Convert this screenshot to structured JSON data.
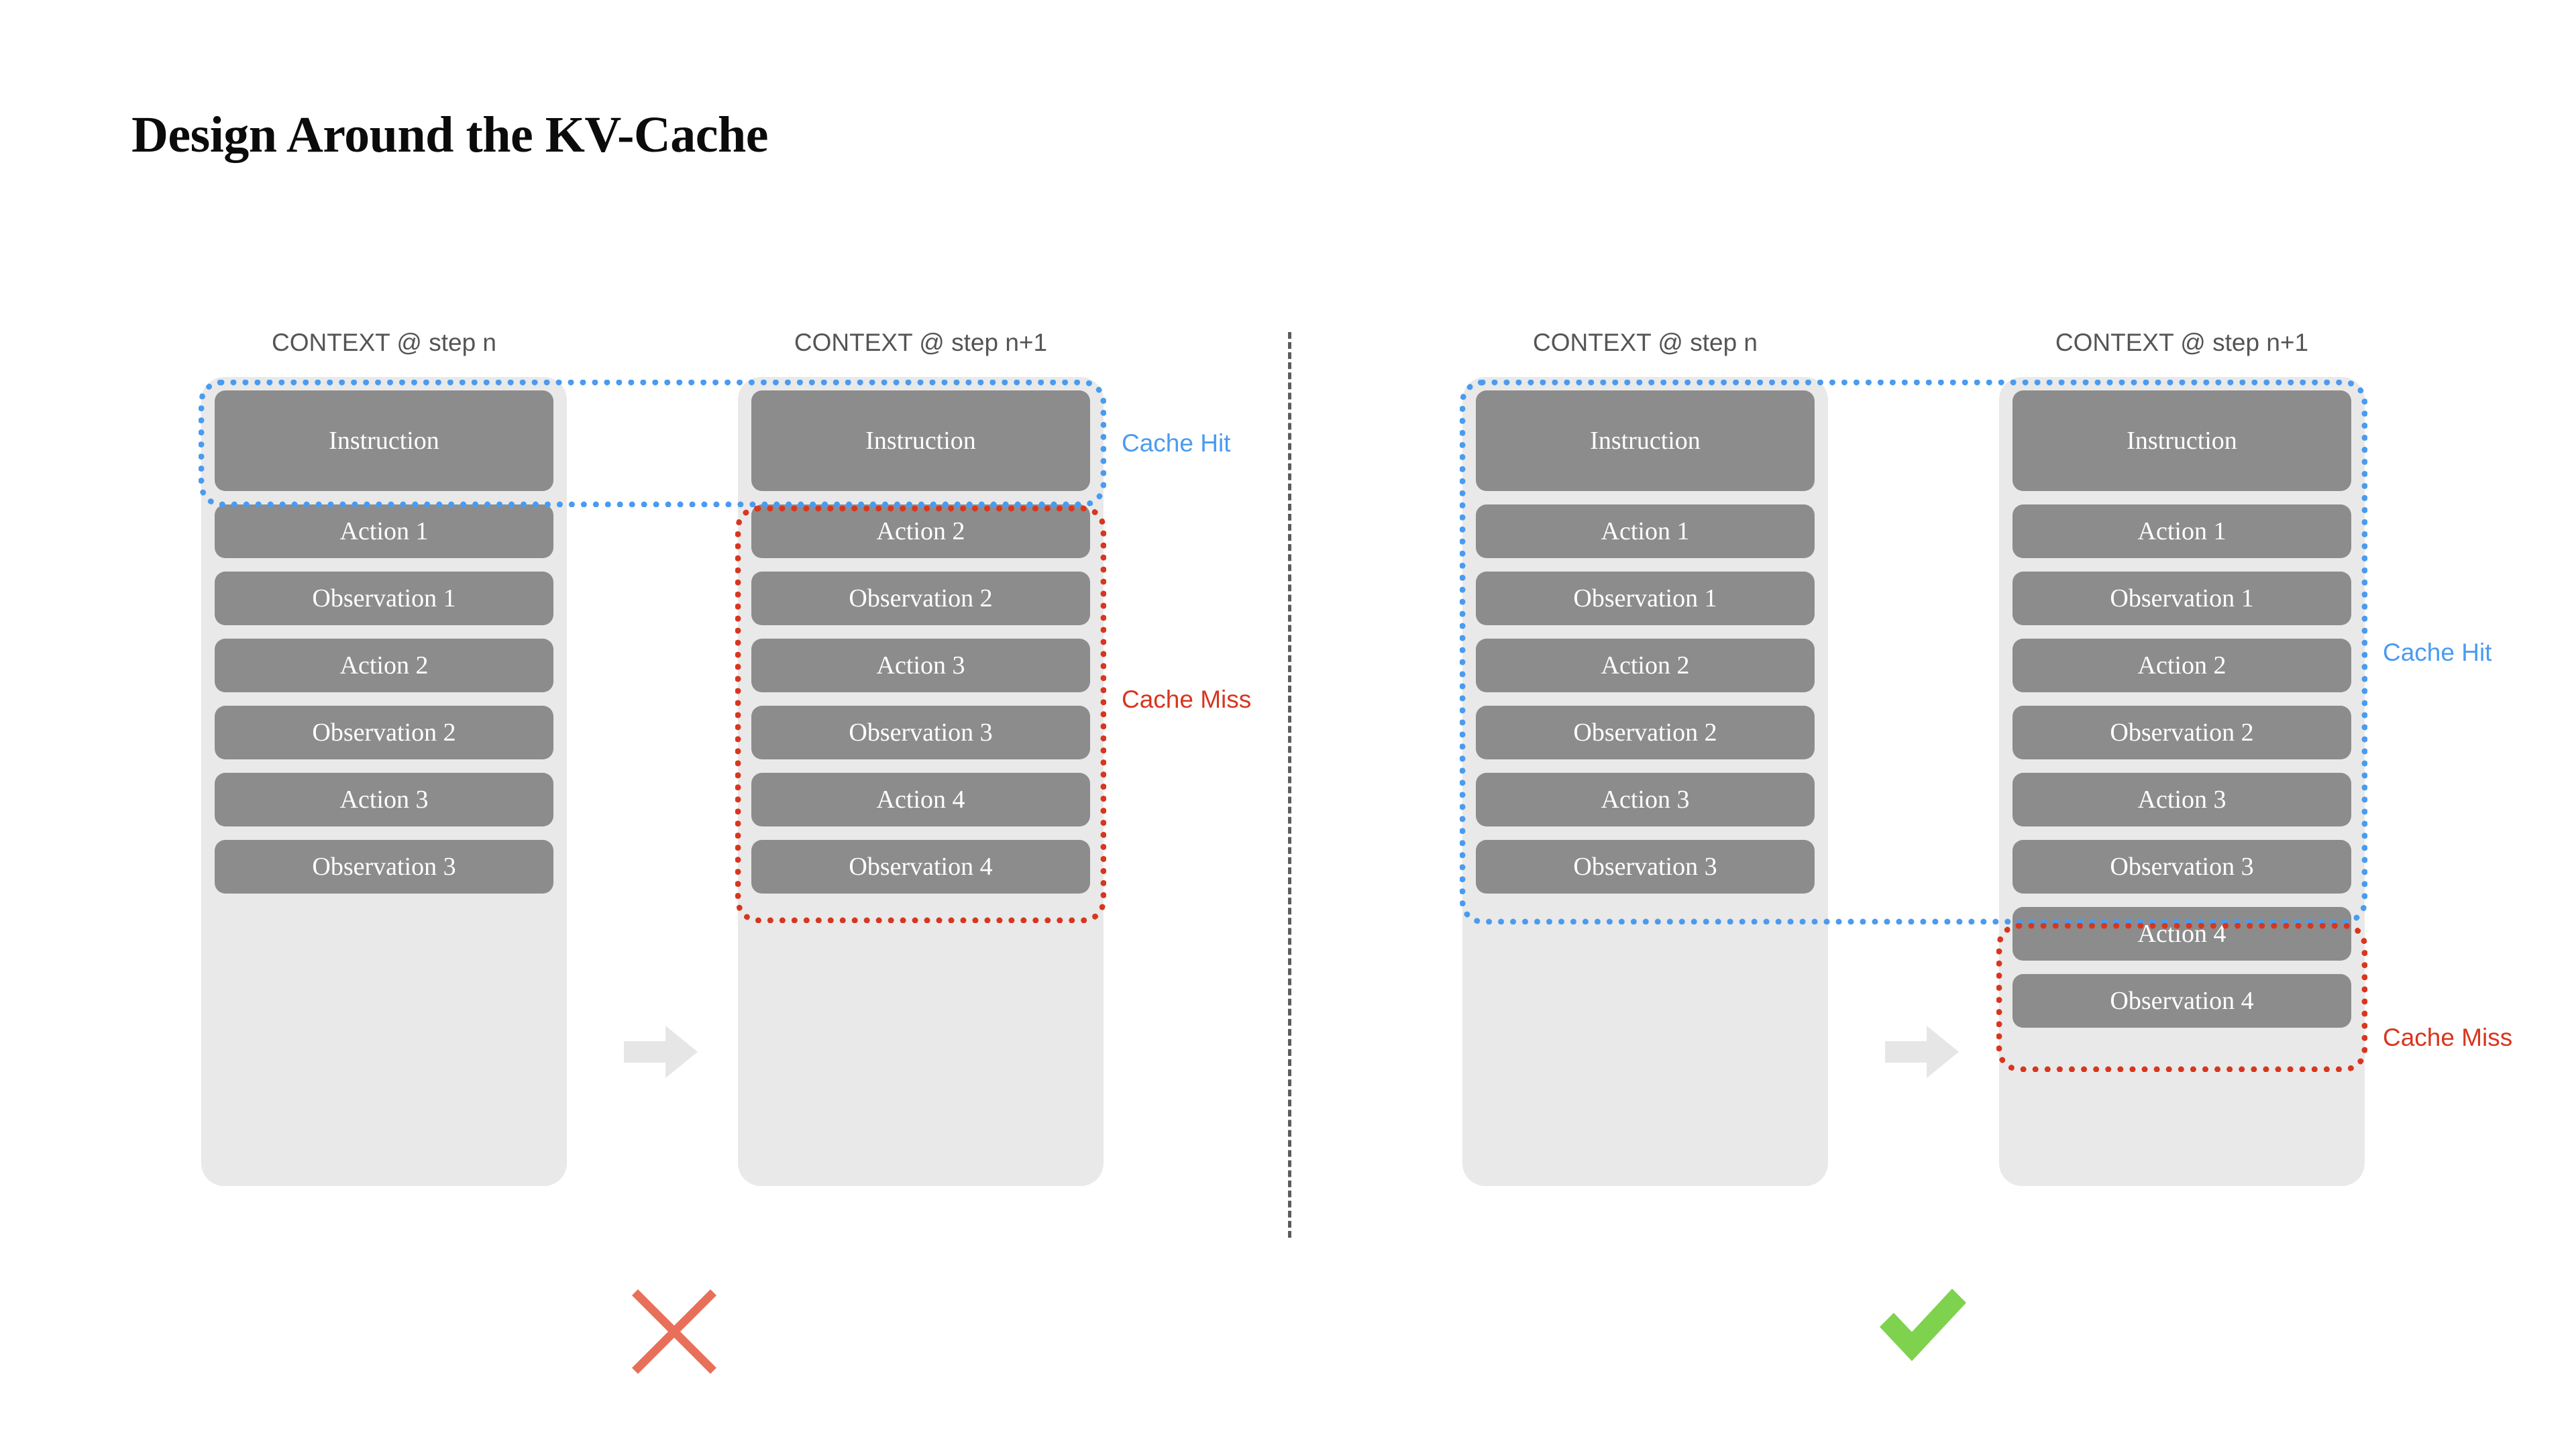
{
  "title": "Design Around the KV-Cache",
  "colors": {
    "cache_hit": "#4a9bf0",
    "cache_miss": "#d8361f",
    "block_fill": "#8c8c8c",
    "container_fill": "#e9e9e9",
    "cross_mark": "#e8705a",
    "check_mark": "#7ed24e",
    "divider": "#5c5c5c",
    "arrow": "#e6e6e6",
    "title_text": "#0b0b0b",
    "header_text": "#555555"
  },
  "labels": {
    "cache_hit": "Cache Hit",
    "cache_miss": "Cache Miss",
    "context_step_n": "CONTEXT @ step n",
    "context_step_n1": "CONTEXT @ step n+1"
  },
  "icons": {
    "arrow": "arrow-right-icon",
    "cross": "cross-mark-icon",
    "check": "check-mark-icon",
    "divider": "vertical-divider"
  },
  "panels": [
    {
      "id": "bad",
      "verdict": "cross",
      "columns": [
        {
          "header": "CONTEXT @ step n",
          "blocks": [
            "Instruction",
            "Action 1",
            "Observation 1",
            "Action 2",
            "Observation 2",
            "Action 3",
            "Observation 3"
          ]
        },
        {
          "header": "CONTEXT @ step n+1",
          "blocks": [
            "Instruction",
            "Action 2",
            "Observation 2",
            "Action 3",
            "Observation 3",
            "Action 4",
            "Observation 4"
          ]
        }
      ]
    },
    {
      "id": "good",
      "verdict": "check",
      "columns": [
        {
          "header": "CONTEXT @ step n",
          "blocks": [
            "Instruction",
            "Action 1",
            "Observation 1",
            "Action 2",
            "Observation 2",
            "Action 3",
            "Observation 3"
          ]
        },
        {
          "header": "CONTEXT @ step n+1",
          "blocks": [
            "Instruction",
            "Action 1",
            "Observation 1",
            "Action 2",
            "Observation 2",
            "Action 3",
            "Observation 3",
            "Action 4",
            "Observation 4"
          ]
        }
      ]
    }
  ]
}
